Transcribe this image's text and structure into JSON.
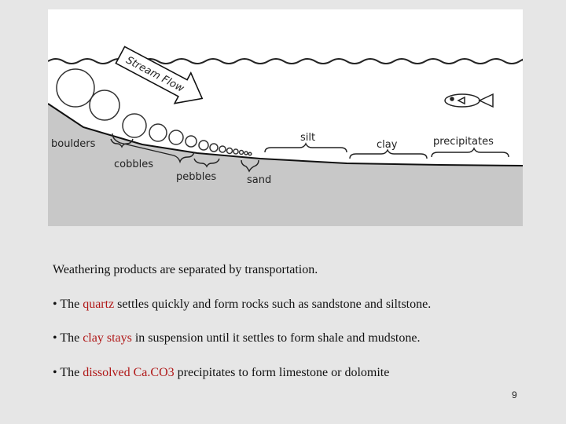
{
  "diagram": {
    "labels": {
      "stream_flow": "Stream Flow",
      "boulders": "boulders",
      "cobbles": "cobbles",
      "pebbles": "pebbles",
      "sand": "sand",
      "silt": "silt",
      "clay": "clay",
      "precipitates": "precipitates"
    },
    "icons": [
      "wave-line-icon",
      "fish-icon",
      "arrow-icon"
    ]
  },
  "text": {
    "intro": "Weathering products are separated by transportation.",
    "b1": {
      "pre": "• The ",
      "hl": "quartz",
      "post": " settles quickly and form rocks such as sandstone and siltstone."
    },
    "b2": {
      "pre": "• The ",
      "hl": "clay stays",
      "post": " in suspension until it settles to form shale and mudstone."
    },
    "b3": {
      "pre": "• The ",
      "hl": "dissolved Ca.CO3",
      "post": " precipitates to form limestone or dolomite"
    }
  },
  "page_number": "9",
  "colors": {
    "background": "#e6e6e6",
    "diagram_background": "#ffffff",
    "sediment": "#c8c8c8",
    "highlight": "#b01818"
  }
}
